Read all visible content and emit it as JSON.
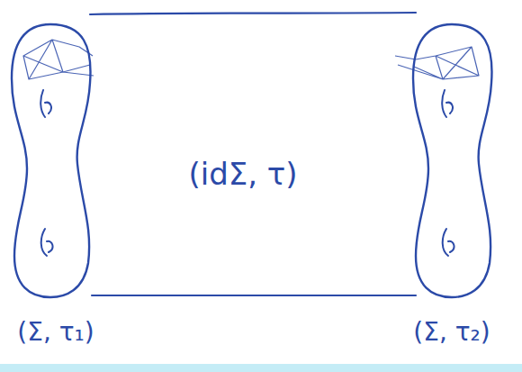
{
  "diagram": {
    "nodes": [
      {
        "text": [
          "(Σ, τ₁)"
        ]
      },
      {
        "text": [
          "(idΣ, τ)"
        ]
      },
      {
        "text": [
          "(Σ, τ₂)"
        ]
      }
    ]
  }
}
